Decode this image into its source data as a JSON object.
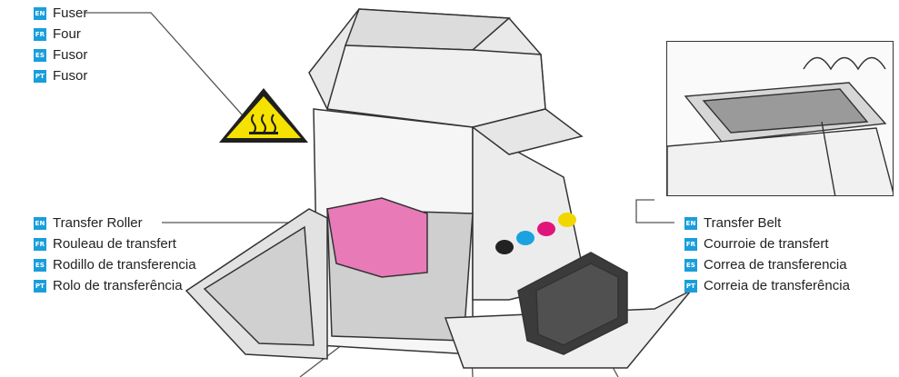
{
  "fuser": {
    "items": [
      {
        "code": "EN",
        "label": "Fuser"
      },
      {
        "code": "FR",
        "label": "Four"
      },
      {
        "code": "ES",
        "label": "Fusor"
      },
      {
        "code": "PT",
        "label": "Fusor"
      }
    ]
  },
  "transfer_roller": {
    "items": [
      {
        "code": "EN",
        "label": "Transfer Roller"
      },
      {
        "code": "FR",
        "label": "Rouleau de transfert"
      },
      {
        "code": "ES",
        "label": "Rodillo de transferencia"
      },
      {
        "code": "PT",
        "label": "Rolo de transferência"
      }
    ]
  },
  "transfer_belt": {
    "items": [
      {
        "code": "EN",
        "label": "Transfer Belt"
      },
      {
        "code": "FR",
        "label": "Courroie de transfert"
      },
      {
        "code": "ES",
        "label": "Correa de transferencia"
      },
      {
        "code": "PT",
        "label": "Correia de transferência"
      }
    ]
  },
  "colors": {
    "badge": "#1a9edb",
    "warning_yellow": "#f5e200",
    "fuser_pink": "#e87ab8",
    "toner_black": "#222222",
    "toner_cyan": "#1aa3e0",
    "toner_magenta": "#e0157a",
    "toner_yellow": "#f2d600"
  },
  "icons": {
    "warning": "hot-surface-warning-icon"
  }
}
